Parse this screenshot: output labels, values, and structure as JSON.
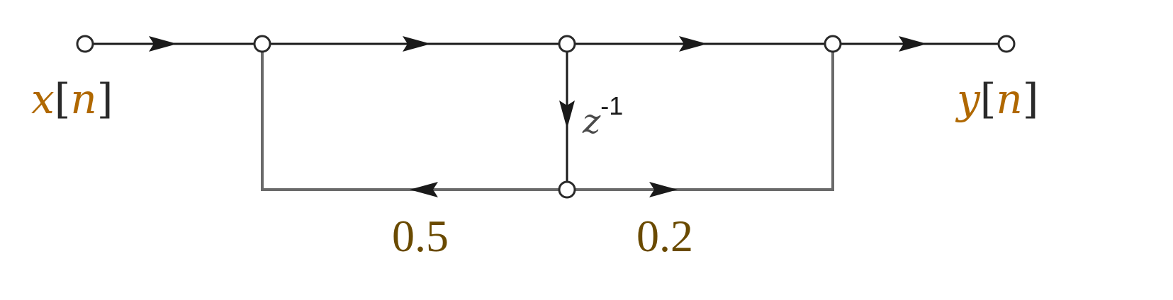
{
  "labels": {
    "input_var": "x",
    "input_idx": "n",
    "output_var": "y",
    "output_idx": "n",
    "bracket_open": "[",
    "bracket_close": "]",
    "delay_base": "z",
    "delay_exp": "-1",
    "gain_feedback": "0.5",
    "gain_feedforward": "0.2"
  },
  "colors": {
    "signal_label": "#b06800",
    "gain_label": "#6a4a00",
    "bracket": "#2a2a2a",
    "wire": "#6a6a6a",
    "arrow": "#1a1a1a"
  }
}
